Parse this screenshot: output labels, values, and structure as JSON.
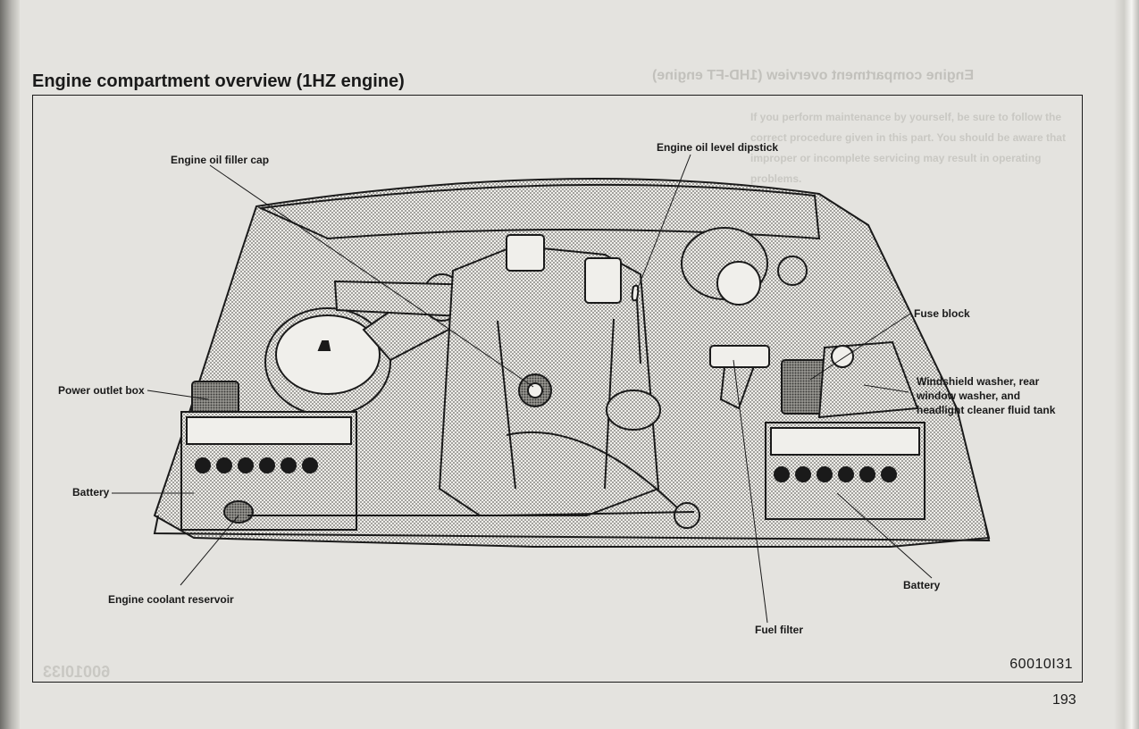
{
  "page": {
    "title": "Engine compartment overview (1HZ engine)",
    "page_number": "193"
  },
  "figure": {
    "callouts": {
      "engine_oil_filler_cap": "Engine oil filler cap",
      "engine_oil_level_dipstick": "Engine oil level dipstick",
      "fuse_block": "Fuse block",
      "washer_tank_line1": "Windshield washer, rear",
      "washer_tank_line2": "window washer, and",
      "washer_tank_line3": "headlight cleaner fluid tank",
      "power_outlet_box": "Power outlet box",
      "battery_left": "Battery",
      "battery_right": "Battery",
      "engine_coolant_reservoir": "Engine coolant reservoir",
      "fuel_filter": "Fuel filter"
    },
    "code": "60010I31"
  },
  "colors": {
    "ink": "#1a1a1a",
    "paper": "#e4e3df",
    "show_through": "#c2c1bc"
  }
}
